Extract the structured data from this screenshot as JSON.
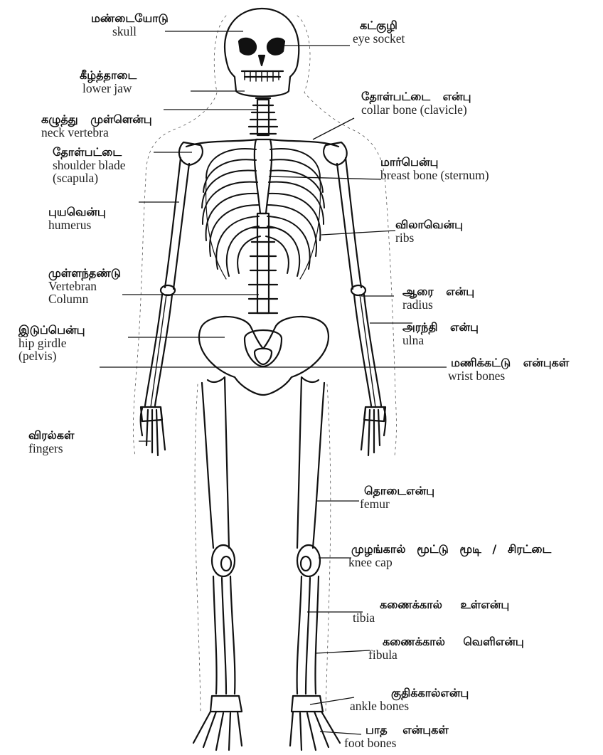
{
  "labels": [
    {
      "id": "skull",
      "tamil": "மண்டையோடு",
      "english": "skull"
    },
    {
      "id": "eye-socket",
      "tamil": "கட்குழி",
      "english": "eye socket"
    },
    {
      "id": "lower-jaw",
      "tamil": "கீழ்த்தாடை",
      "english": "lower jaw"
    },
    {
      "id": "collar-bone",
      "tamil": "தோள்பட்டை என்பு",
      "english": "collar bone (clavicle)"
    },
    {
      "id": "neck-vertebra",
      "tamil": "கழுத்து முள்ளென்பு",
      "english": "neck vertebra"
    },
    {
      "id": "shoulder-blade",
      "tamil": "தோள்பட்டை",
      "english": "shoulder blade",
      "english2": "(scapula)"
    },
    {
      "id": "breast-bone",
      "tamil": "மார்பென்பு",
      "english": "breast bone (sternum)"
    },
    {
      "id": "humerus",
      "tamil": "புயவென்பு",
      "english": "humerus"
    },
    {
      "id": "ribs",
      "tamil": "விலாவென்பு",
      "english": "ribs"
    },
    {
      "id": "vertebral-column",
      "tamil": "முள்ளந்தண்டு",
      "english": "Vertebran",
      "english2": "Column"
    },
    {
      "id": "radius",
      "tamil": "ஆரை என்பு",
      "english": "radius"
    },
    {
      "id": "hip-girdle",
      "tamil": "இடுப்பென்பு",
      "english": "hip girdle",
      "english2": "(pelvis)"
    },
    {
      "id": "ulna",
      "tamil": "அரந்தி என்பு",
      "english": "ulna"
    },
    {
      "id": "wrist-bones",
      "tamil": "மணிக்கட்டு என்புகள்",
      "english": "wrist bones"
    },
    {
      "id": "fingers",
      "tamil": "விரல்கள்",
      "english": "fingers"
    },
    {
      "id": "femur",
      "tamil": "தொடைஎன்பு",
      "english": "femur"
    },
    {
      "id": "knee-cap",
      "tamil": "முழங்கால் மூட்டு மூடி / சிரட்டை",
      "english": "knee cap"
    },
    {
      "id": "tibia",
      "tamil": "கணைக்கால் உள்என்பு",
      "english": "tibia"
    },
    {
      "id": "fibula",
      "tamil": "கணைக்கால் வெளிஎன்பு",
      "english": "fibula"
    },
    {
      "id": "ankle-bones",
      "tamil": "குதிக்கால்என்பு",
      "english": "ankle bones"
    },
    {
      "id": "foot-bones",
      "tamil": "பாத என்புகள்",
      "english": "foot bones"
    }
  ]
}
